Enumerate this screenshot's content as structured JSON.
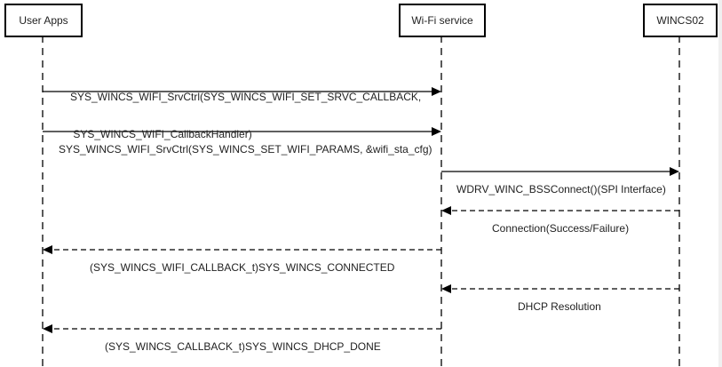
{
  "diagram": {
    "type": "sequence-diagram",
    "participants": [
      {
        "id": "user_apps",
        "label": "User Apps"
      },
      {
        "id": "wifi_service",
        "label": "Wi-Fi service"
      },
      {
        "id": "wincs02",
        "label": "WINCS02"
      }
    ],
    "messages": [
      {
        "from": "user_apps",
        "to": "wifi_service",
        "style": "solid",
        "label_lines": [
          "SYS_WINCS_WIFI_SrvCtrl(SYS_WINCS_WIFI_SET_SRVC_CALLBACK,",
          " SYS_WINCS_WIFI_CallbackHandler)"
        ]
      },
      {
        "from": "user_apps",
        "to": "wifi_service",
        "style": "solid",
        "label_lines": [
          "SYS_WINCS_WIFI_SrvCtrl(SYS_WINCS_SET_WIFI_PARAMS, &wifi_sta_cfg)"
        ]
      },
      {
        "from": "wifi_service",
        "to": "wincs02",
        "style": "solid",
        "label_lines": [
          "WDRV_WINC_BSSConnect()(SPI Interface)"
        ]
      },
      {
        "from": "wincs02",
        "to": "wifi_service",
        "style": "dashed",
        "label_lines": [
          "Connection(Success/Failure)"
        ]
      },
      {
        "from": "wifi_service",
        "to": "user_apps",
        "style": "dashed",
        "label_lines": [
          "(SYS_WINCS_WIFI_CALLBACK_t)SYS_WINCS_CONNECTED"
        ]
      },
      {
        "from": "wincs02",
        "to": "wifi_service",
        "style": "dashed",
        "label_lines": [
          "DHCP Resolution"
        ]
      },
      {
        "from": "wifi_service",
        "to": "user_apps",
        "style": "dashed",
        "label_lines": [
          "(SYS_WINCS_CALLBACK_t)SYS_WINCS_DHCP_DONE"
        ]
      }
    ]
  }
}
